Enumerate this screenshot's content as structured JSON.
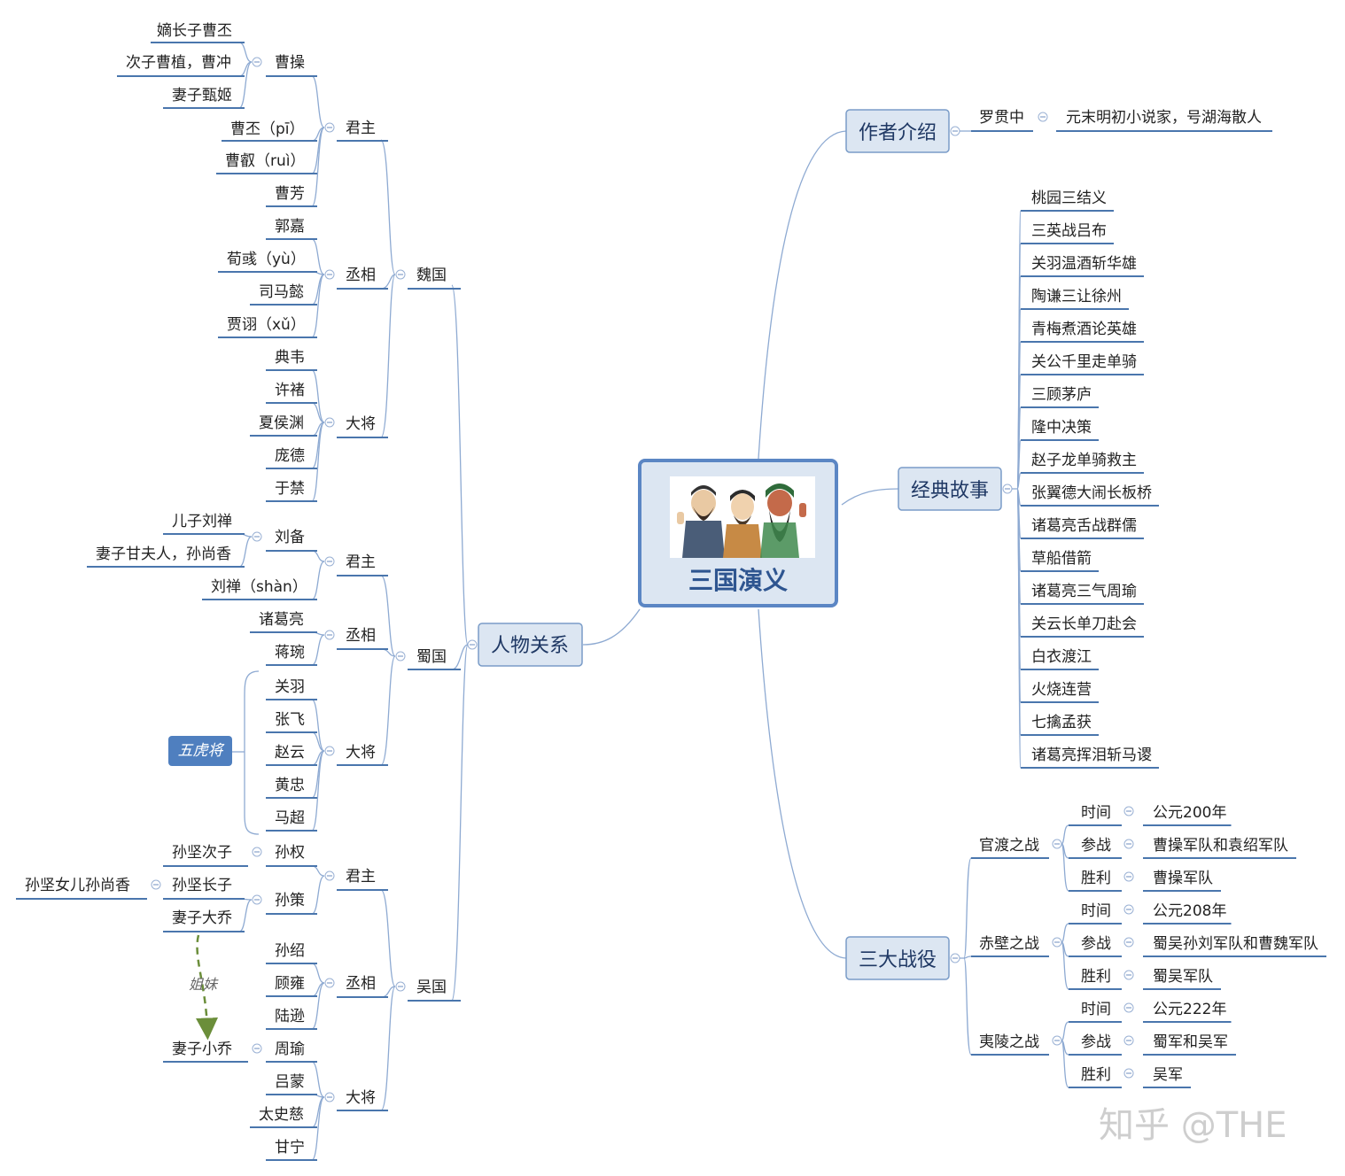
{
  "root": {
    "title": "三国演义"
  },
  "topics": {
    "people": "人物关系",
    "author": "作者介绍",
    "stories": "经典故事",
    "battles": "三大战役"
  },
  "people": {
    "wei": {
      "label": "魏国",
      "ruler": "君主",
      "chancellor": "丞相",
      "general": "大将",
      "caocao": "曹操",
      "caocao_children": [
        "嫡长子曹丕",
        "次子曹植，曹冲",
        "妻子甄姬"
      ],
      "rulers": [
        "曹丕（pī）",
        "曹叡（ruì）",
        "曹芳"
      ],
      "chancellors": [
        "郭嘉",
        "荀彧（yù）",
        "司马懿",
        "贾诩（xǔ）"
      ],
      "generals": [
        "典韦",
        "许褚",
        "夏侯渊",
        "庞德",
        "于禁"
      ]
    },
    "shu": {
      "label": "蜀国",
      "ruler": "君主",
      "chancellor": "丞相",
      "general": "大将",
      "liubei": "刘备",
      "liubei_children": [
        "儿子刘禅",
        "妻子甘夫人，孙尚香"
      ],
      "rulers_extra": "刘禅（shàn）",
      "chancellors": [
        "诸葛亮",
        "蒋琬"
      ],
      "generals": [
        "关羽",
        "张飞",
        "赵云",
        "黄忠",
        "马超"
      ],
      "tiger_label": "五虎将"
    },
    "wu": {
      "label": "吴国",
      "ruler": "君主",
      "chancellor": "丞相",
      "general": "大将",
      "sunquan": "孙权",
      "sunquan_note": "孙坚次子",
      "sunce": "孙策",
      "sunce_children": [
        "孙坚长子",
        "妻子大乔"
      ],
      "sunce_sub": "孙坚女儿孙尚香",
      "chancellors": [
        "孙绍",
        "顾雍",
        "陆逊"
      ],
      "zhouyu": "周瑜",
      "zhouyu_note": "妻子小乔",
      "generals": [
        "吕蒙",
        "太史慈",
        "甘宁"
      ],
      "sister_label": "姐妹"
    }
  },
  "author": {
    "name": "罗贯中",
    "desc": "元末明初小说家，号湖海散人"
  },
  "stories": [
    "桃园三结义",
    "三英战吕布",
    "关羽温酒斩华雄",
    "陶谦三让徐州",
    "青梅煮酒论英雄",
    "关公千里走单骑",
    "三顾茅庐",
    "隆中决策",
    "赵子龙单骑救主",
    "张翼德大闹长板桥",
    "诸葛亮舌战群儒",
    "草船借箭",
    "诸葛亮三气周瑜",
    "关云长单刀赴会",
    "白衣渡江",
    "火烧连营",
    "七擒孟获",
    "诸葛亮挥泪斩马谡"
  ],
  "battles": [
    {
      "name": "官渡之战",
      "items": [
        {
          "k": "时间",
          "v": "公元200年"
        },
        {
          "k": "参战",
          "v": "曹操军队和袁绍军队"
        },
        {
          "k": "胜利",
          "v": "曹操军队"
        }
      ]
    },
    {
      "name": "赤壁之战",
      "items": [
        {
          "k": "时间",
          "v": "公元208年"
        },
        {
          "k": "参战",
          "v": "蜀吴孙刘军队和曹魏军队"
        },
        {
          "k": "胜利",
          "v": "蜀吴军队"
        }
      ]
    },
    {
      "name": "夷陵之战",
      "items": [
        {
          "k": "时间",
          "v": "公元222年"
        },
        {
          "k": "参战",
          "v": "蜀军和吴军"
        },
        {
          "k": "胜利",
          "v": "吴军"
        }
      ]
    }
  ],
  "watermark": "知乎 @THE",
  "colors": {
    "line": "#8eaad2",
    "underline": "#4a76ad",
    "box": "#dce6f2",
    "root_border": "#5b86c4",
    "tiger": "#4f7fbf",
    "arrow": "#6b8e3a"
  }
}
